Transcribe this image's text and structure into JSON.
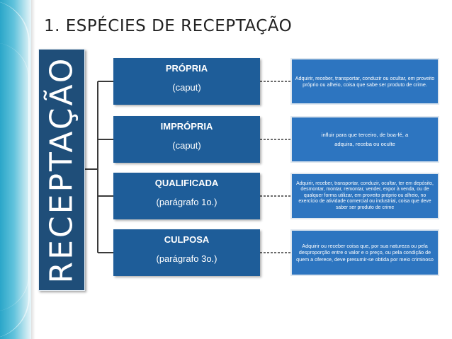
{
  "slide": {
    "title": "1. ESPÉCIES DE RECEPTAÇÃO",
    "main_label": "RECEPTAÇÃO"
  },
  "items": [
    {
      "title": "PRÓPRIA",
      "subtitle": "(caput)",
      "description": "Adquirir, receber, transportar, conduzir ou ocultar, em proveito próprio ou alheio, coisa que sabe ser produto de crime."
    },
    {
      "title": "IMPRÓPRIA",
      "subtitle": "(caput)",
      "description": "influir para que terceiro, de boa-fé, a adquira, receba ou oculte"
    },
    {
      "title": "QUALIFICADA",
      "subtitle": "(parágrafo 1o.)",
      "description": "Adquirir, receber, transportar, conduzir, ocultar, ter em depósito, desmontar, montar, remontar, vender, expor à venda, ou de qualquer forma utilizar, em proveito próprio ou alheio, no exercício de atividade comercial ou industrial, coisa que deve saber ser produto de crime"
    },
    {
      "title": "CULPOSA",
      "subtitle": "(parágrafo 3o.)",
      "description": "Adquirir ou receber coisa que, por sua natureza ou pela desproporção entre o valor e o preço, ou pela condição de quem a oferece, deve presumir-se obtida por meio criminoso"
    }
  ],
  "colors": {
    "main_box": "#1f4e79",
    "item_box": "#1e5d99",
    "desc_box": "#2d75c0",
    "connector": "#3a3a3a",
    "accent_band": "#2aa6c9"
  }
}
